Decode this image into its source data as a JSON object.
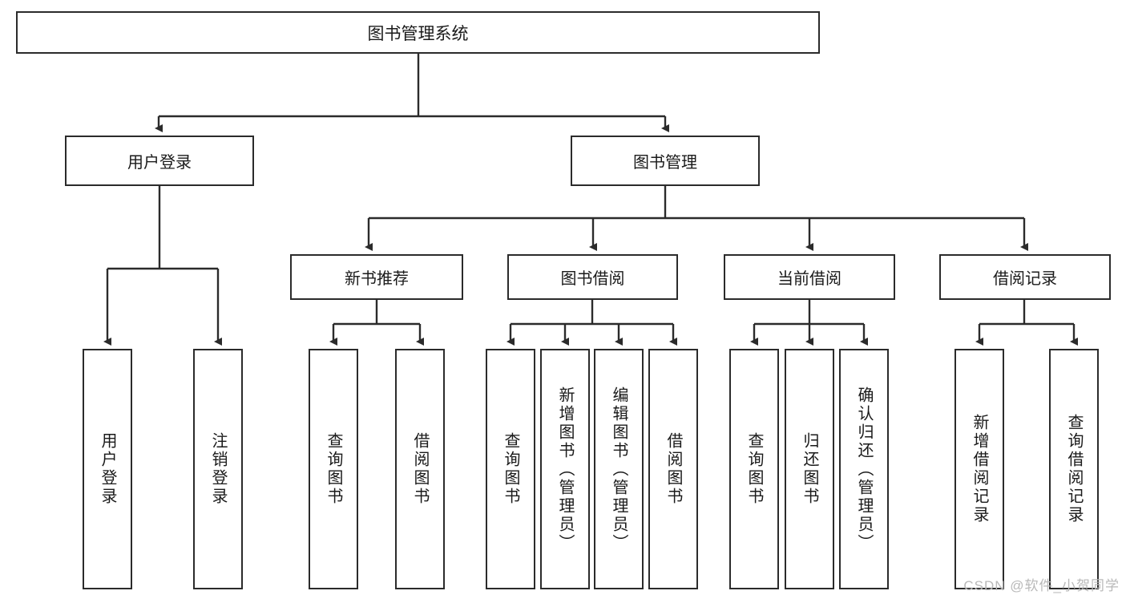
{
  "diagram": {
    "type": "tree-hierarchy-diagram",
    "title": "图书管理系统",
    "watermark": "CSDN @软件_小贺同学",
    "colors": {
      "box_border": "#2b2b2b",
      "box_fill": "#ffffff",
      "connector": "#2b2b2b",
      "text": "#1a1a1a",
      "watermark": "#b9b9b9",
      "background": "#ffffff"
    },
    "nodes": {
      "root": {
        "label": "图书管理系统"
      },
      "level2": [
        {
          "id": "user-login",
          "label": "用户登录"
        },
        {
          "id": "book-management",
          "label": "图书管理"
        }
      ],
      "level3": [
        {
          "id": "new-book-recommend",
          "label": "新书推荐"
        },
        {
          "id": "book-borrow",
          "label": "图书借阅"
        },
        {
          "id": "current-borrow",
          "label": "当前借阅"
        },
        {
          "id": "borrow-record",
          "label": "借阅记录"
        }
      ],
      "leaves": {
        "user_login": [
          {
            "id": "leaf-user-login",
            "label": "用户登录"
          },
          {
            "id": "leaf-logout",
            "label": "注销登录"
          }
        ],
        "new_book_recommend": [
          {
            "id": "leaf-query-book-1",
            "label": "查询图书"
          },
          {
            "id": "leaf-borrow-book-1",
            "label": "借阅图书"
          }
        ],
        "book_borrow": [
          {
            "id": "leaf-query-book-2",
            "label": "查询图书"
          },
          {
            "id": "leaf-add-book",
            "label": "新增图书（管理员）"
          },
          {
            "id": "leaf-edit-book",
            "label": "编辑图书（管理员）"
          },
          {
            "id": "leaf-borrow-book-2",
            "label": "借阅图书"
          }
        ],
        "current_borrow": [
          {
            "id": "leaf-query-book-3",
            "label": "查询图书"
          },
          {
            "id": "leaf-return-book",
            "label": "归还图书"
          },
          {
            "id": "leaf-confirm-return",
            "label": "确认归还（管理员）"
          }
        ],
        "borrow_record": [
          {
            "id": "leaf-add-record",
            "label": "新增借阅记录"
          },
          {
            "id": "leaf-query-record",
            "label": "查询借阅记录"
          }
        ]
      }
    }
  }
}
